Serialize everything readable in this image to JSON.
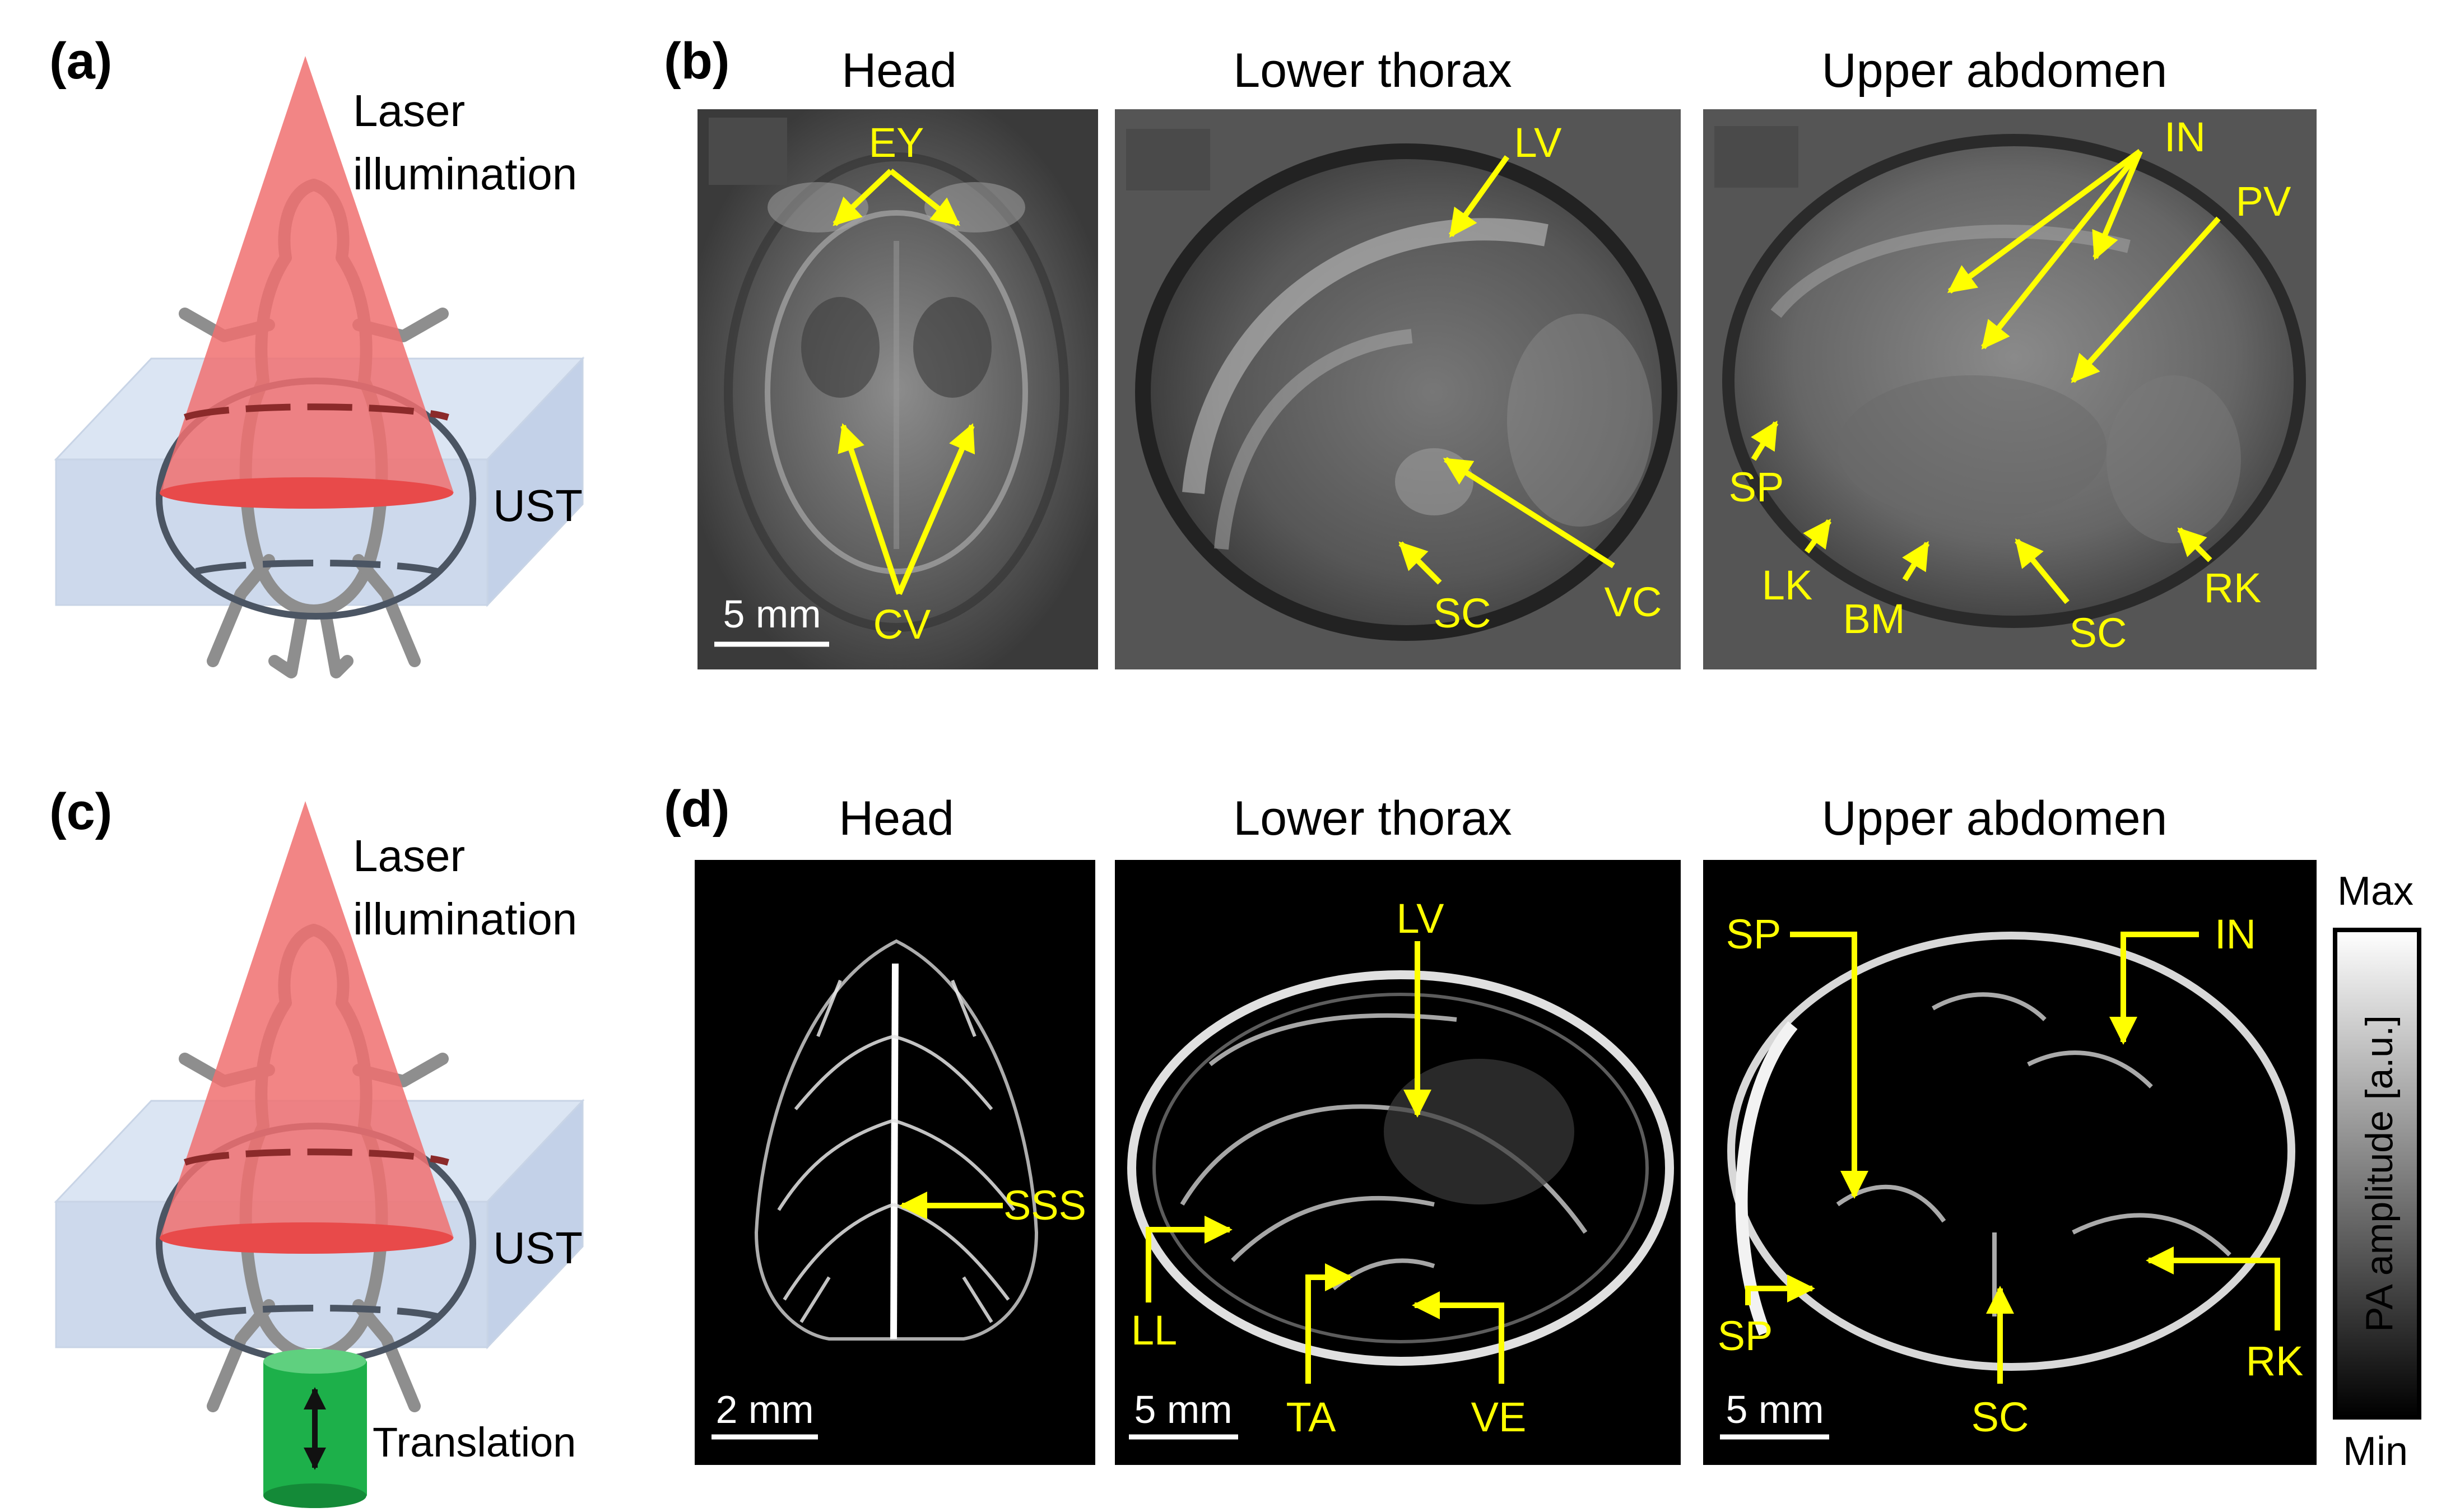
{
  "panels": {
    "a": {
      "label": "(a)",
      "laser_text_1": "Laser",
      "laser_text_2": "illumination",
      "ust_label": "UST"
    },
    "b": {
      "label": "(b)",
      "titles": [
        "Head",
        "Lower thorax",
        "Upper abdomen"
      ],
      "scale_bar": "5 mm",
      "head": [
        "EY",
        "CV"
      ],
      "thorax": [
        "LV",
        "SC",
        "VC"
      ],
      "abdomen": [
        "IN",
        "PV",
        "SP",
        "LK",
        "BM",
        "SC",
        "RK"
      ]
    },
    "c": {
      "label": "(c)",
      "laser_text_1": "Laser",
      "laser_text_2": "illumination",
      "ust_label": "UST",
      "translation_label": "Translation"
    },
    "d": {
      "label": "(d)",
      "titles": [
        "Head",
        "Lower thorax",
        "Upper abdomen"
      ],
      "scale_bars": [
        "2 mm",
        "5 mm",
        "5 mm"
      ],
      "head": [
        "SSS"
      ],
      "thorax": [
        "LV",
        "LL",
        "TA",
        "VE"
      ],
      "abdomen": [
        "SP",
        "IN",
        "SP",
        "SC",
        "RK"
      ]
    }
  },
  "colorbar": {
    "max": "Max",
    "min": "Min",
    "label": "PA amplitude [a.u.]"
  },
  "colors": {
    "annotation": "#ffff00",
    "laser": "#f08080",
    "ust_box": "#cfdcee",
    "translation_stage": "#1db04a"
  }
}
